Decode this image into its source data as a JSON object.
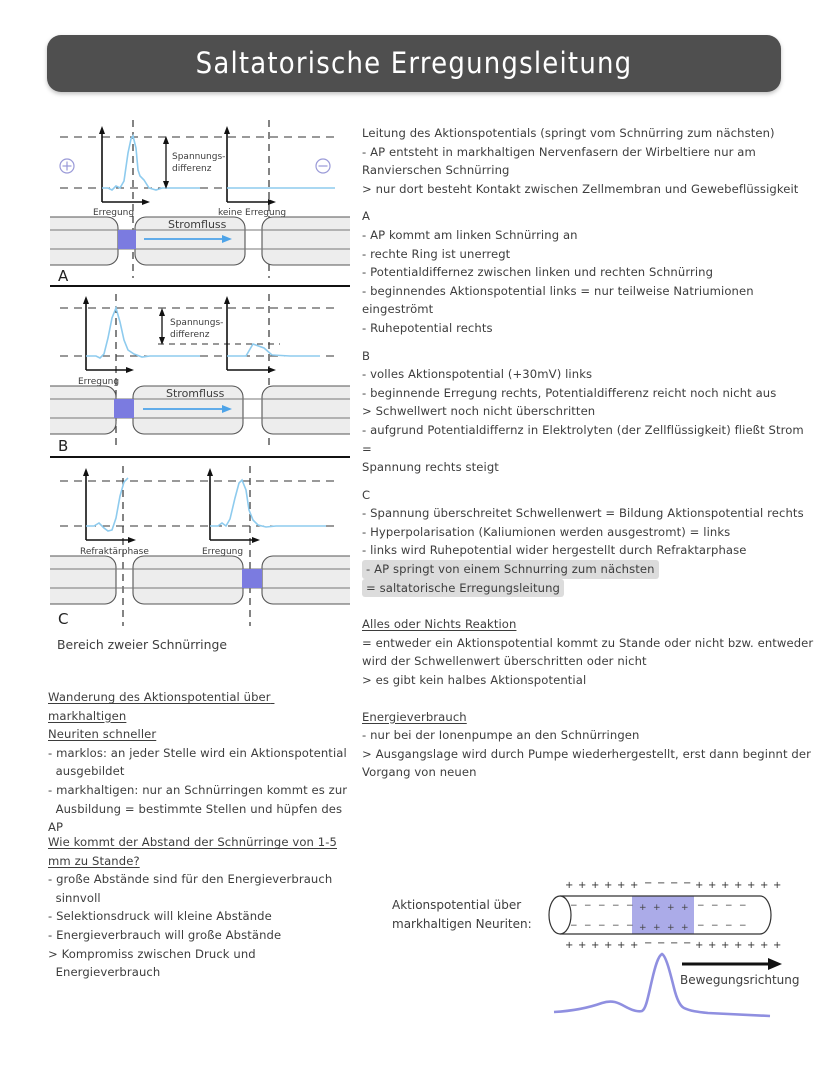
{
  "title": {
    "text": "Saltatorische Erregungsleitung"
  },
  "diagram": {
    "panel_a": {
      "letter": "A",
      "plus_symbol": "⊕",
      "minus_symbol": "⊖",
      "voltage_label_line1": "Spannungs-",
      "voltage_label_line2": "differenz",
      "left_axis_label": "Erregung",
      "right_axis_label": "keine Erregung",
      "current_label": "Stromfluss"
    },
    "panel_b": {
      "letter": "B",
      "voltage_label_line1": "Spannungs-",
      "voltage_label_line2": "differenz",
      "left_axis_label": "Erregung",
      "current_label": "Stromfluss"
    },
    "panel_c": {
      "letter": "C",
      "left_axis_label": "Refraktärphase",
      "right_axis_label": "Erregung"
    },
    "caption": "Bereich zweier Schnürringe",
    "colors": {
      "node_purple": "#7b7be0",
      "curve_blue": "#8ecbee",
      "arrow_blue": "#4da3e8",
      "myelin_fill": "#eeeeee",
      "sign_purple": "#9a9ad8"
    }
  },
  "right_column": {
    "intro": [
      "Leitung des Aktionspotentials (springt vom Schnürring zum nächsten)",
      "- AP entsteht in markhaltigen Nervenfasern der Wirbeltiere nur am",
      "Ranvierschen Schnürring",
      "> nur dort besteht Kontakt zwischen Zellmembran und Gewebeflüssigkeit"
    ],
    "section_a_title": "A",
    "section_a": [
      "- AP kommt am linken Schnürring an",
      "- rechte Ring ist unerregt",
      "- Potentialdiffernez zwischen linken und rechten Schnürring",
      "- beginnendes Aktionspotential links = nur teilweise Natriumionen eingeströmt",
      "- Ruhepotential rechts"
    ],
    "section_b_title": "B",
    "section_b": [
      "- volles Aktionspotential (+30mV) links",
      "- beginnende Erregung rechts, Potentialdifferenz reicht noch nicht aus",
      "> Schwellwert noch nicht überschritten",
      "- aufgrund Potentialdiffernz in Elektrolyten (der Zellflüssigkeit) fließt Strom =",
      "Spannung rechts steigt"
    ],
    "section_c_title": "C",
    "section_c": [
      "- Spannung überschreitet Schwellenwert = Bildung Aktionspotential rechts",
      "- Hyperpolarisation (Kaliumionen werden ausgestromt) = links",
      "- links wird Ruhepotential wider hergestellt durch Refraktarphase"
    ],
    "section_c_highlighted": [
      "- AP springt von einem Schnurring zum nächsten",
      "= saltatorische Erregungsleitung"
    ],
    "alles_title": "Alles oder Nichts Reaktion",
    "alles_body": [
      "= entweder ein Aktionspotential kommt zu Stande oder nicht bzw. entweder",
      "wird der Schwellenwert überschritten oder nicht",
      "> es gibt kein halbes Aktionspotential"
    ],
    "energie_title": "Energieverbrauch",
    "energie_body": [
      "- nur bei der Ionenpumpe an den Schnürringen",
      "> Ausgangslage wird durch Pumpe wiederhergestellt, erst dann beginnt der",
      "Vorgang von neuen"
    ]
  },
  "left_column": {
    "wanderung_title_line1": "Wanderung des Aktionspotential über markhaltigen",
    "wanderung_title_line2": "Neuriten schneller",
    "wanderung_body": [
      "- marklos: an jeder Stelle wird ein Aktionspotential",
      "  ausgebildet",
      "- markhaltigen: nur an Schnürringen kommt es zur",
      "  Ausbildung = bestimmte Stellen und hüpfen des AP"
    ],
    "abstand_title_line1": "Wie kommt der Abstand der Schnürringe von 1-5",
    "abstand_title_line2": "mm zu Stande?",
    "abstand_body": [
      "- große Abstände sind für den Energieverbrauch",
      "  sinnvoll",
      "- Selektionsdruck will kleine Abstände",
      "- Energieverbrauch will große Abstände",
      "> Kompromiss zwischen Druck und",
      "  Energieverbrauch"
    ]
  },
  "bottom_figure": {
    "label_line1": "Aktionspotential über",
    "label_line2": "markhaltigen Neuriten:",
    "direction_label": "Bewegungsrichtung",
    "charge_plus": "+",
    "charge_minus": "−",
    "colors": {
      "depolarized_fill": "#8f8fe0",
      "curve": "#8f8fe0"
    }
  }
}
